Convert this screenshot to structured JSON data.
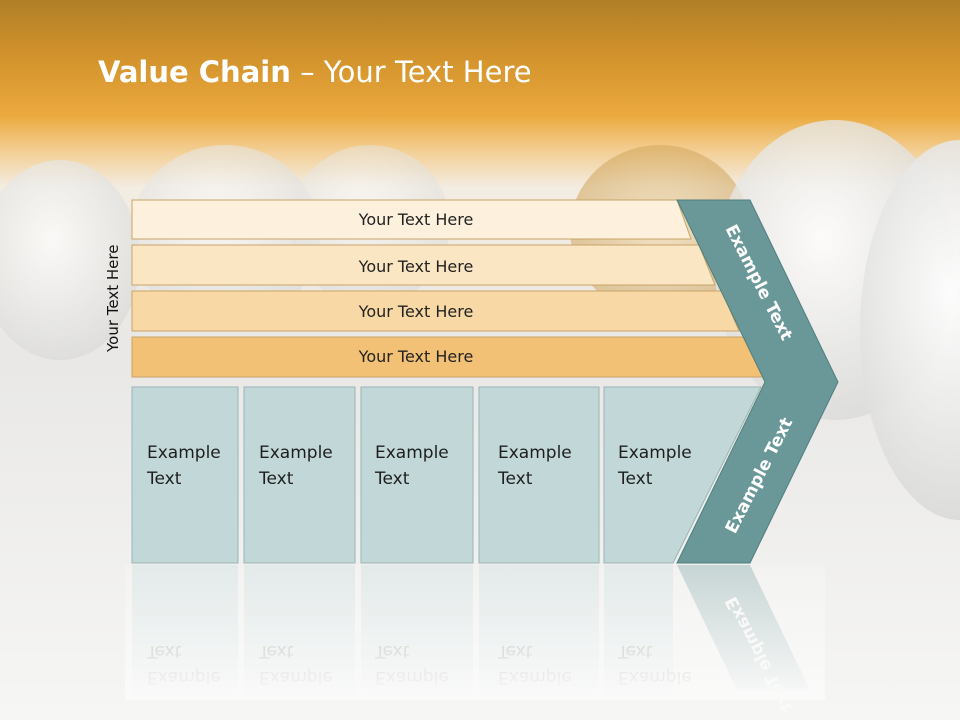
{
  "title": {
    "bold": "Value Chain",
    "rest": " – Your Text Here"
  },
  "side_label": "Your Text Here",
  "rows": [
    {
      "label": "Your Text Here",
      "color": "#fdf1de"
    },
    {
      "label": "Your Text Here",
      "color": "#fbe6c3"
    },
    {
      "label": "Your Text Here",
      "color": "#f8d9a5"
    },
    {
      "label": "Your Text Here",
      "color": "#f3c175"
    }
  ],
  "cells": [
    {
      "line1": "Example",
      "line2": "Text"
    },
    {
      "line1": "Example",
      "line2": "Text"
    },
    {
      "line1": "Example",
      "line2": "Text"
    },
    {
      "line1": "Example",
      "line2": "Text"
    },
    {
      "line1": "Example",
      "line2": "Text"
    }
  ],
  "arrow_top": "Example Text",
  "arrow_bottom": "Example Text",
  "colors": {
    "cell_fill": "#c2d8d8",
    "arrow_fill": "#6a9898",
    "header_gold": "#eaa53b"
  }
}
